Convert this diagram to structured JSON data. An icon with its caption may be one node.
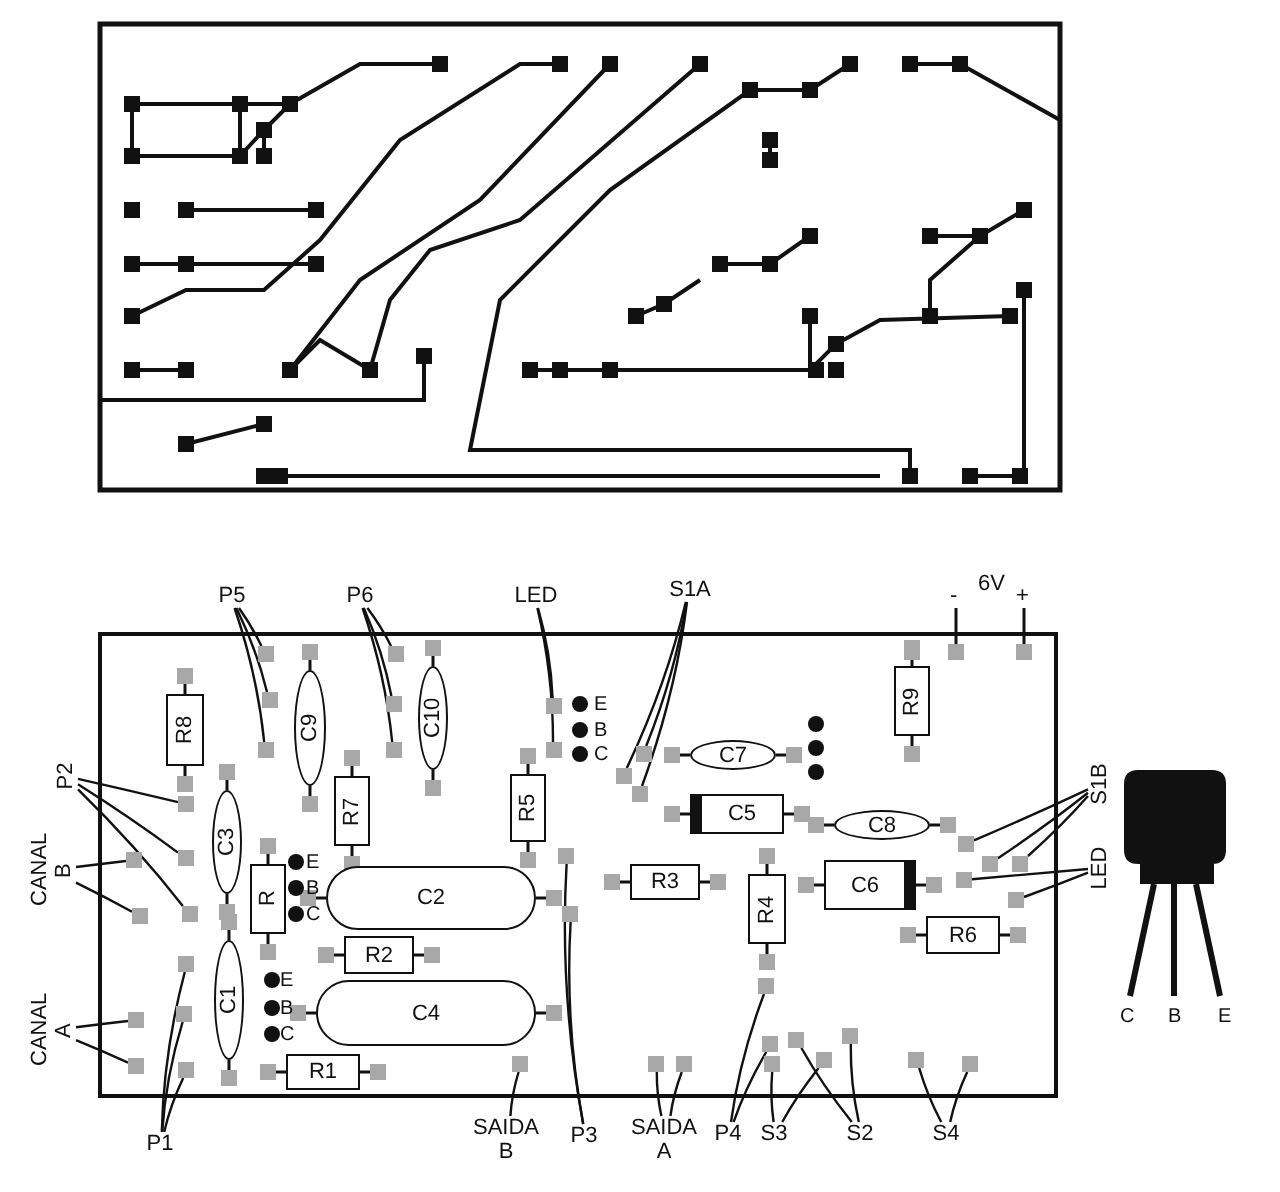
{
  "diagram": {
    "nodes": [
      {
        "text": [
          "P5"
        ]
      },
      {
        "text": [
          "P6"
        ]
      },
      {
        "text": [
          "LED"
        ]
      },
      {
        "text": [
          "S1A"
        ]
      },
      {
        "text": [
          "R8"
        ]
      },
      {
        "text": [
          "C9"
        ]
      },
      {
        "text": [
          "C10"
        ]
      },
      {
        "text": [
          "R9"
        ]
      },
      {
        "text": [
          "C7"
        ]
      },
      {
        "text": [
          "P2"
        ]
      },
      {
        "text": [
          "R7"
        ]
      },
      {
        "text": [
          "R5"
        ]
      },
      {
        "text": [
          "C5"
        ]
      },
      {
        "text": [
          "S1B"
        ]
      },
      {
        "text": [
          "C8"
        ]
      },
      {
        "text": [
          "CANAL B"
        ]
      },
      {
        "text": [
          "C3"
        ]
      },
      {
        "text": [
          "R"
        ]
      },
      {
        "text": [
          "C2"
        ]
      },
      {
        "text": [
          "R3"
        ]
      },
      {
        "text": [
          "R4"
        ]
      },
      {
        "text": [
          "C6"
        ]
      },
      {
        "text": [
          "LED"
        ]
      },
      {
        "text": [
          "R6"
        ]
      },
      {
        "text": [
          "R2"
        ]
      },
      {
        "text": [
          "C4"
        ]
      },
      {
        "text": [
          "CANAL A"
        ]
      },
      {
        "text": [
          "C1"
        ]
      },
      {
        "text": [
          "R1"
        ]
      },
      {
        "text": [
          "P1"
        ]
      },
      {
        "text": [
          "SAIDA B"
        ]
      },
      {
        "text": [
          "P3"
        ]
      },
      {
        "text": [
          "SAIDA A"
        ]
      },
      {
        "text": [
          "P4"
        ]
      },
      {
        "text": [
          "S3"
        ]
      },
      {
        "text": [
          "S2"
        ]
      },
      {
        "text": [
          "S4"
        ]
      },
      {
        "text": [],
        "shape": "box"
      },
      {
        "text": [],
        "shape": "box"
      },
      {
        "text": [],
        "shape": "box"
      },
      {
        "text": [],
        "shape": "box"
      },
      {
        "text": [],
        "shape": "box"
      },
      {
        "text": [],
        "shape": "box"
      },
      {
        "text": [],
        "shape": "box"
      },
      {
        "text": [],
        "shape": "box"
      },
      {
        "text": [],
        "shape": "box"
      },
      {
        "text": [],
        "shape": "box"
      },
      {
        "text": [],
        "shape": "box"
      },
      {
        "text": [],
        "shape": "box"
      },
      {
        "text": [],
        "shape": "box"
      },
      {
        "text": [],
        "shape": "box"
      },
      {
        "text": [],
        "shape": "box"
      },
      {
        "text": [],
        "shape": "box"
      },
      {
        "text": [],
        "shape": "box"
      },
      {
        "text": [],
        "shape": "box"
      },
      {
        "text": [],
        "shape": "box"
      },
      {
        "text": [],
        "shape": "box"
      },
      {
        "text": [],
        "shape": "box"
      },
      {
        "text": [],
        "shape": "box"
      },
      {
        "text": [],
        "shape": "box"
      },
      {
        "text": [],
        "shape": "box"
      },
      {
        "text": [],
        "shape": "box"
      },
      {
        "text": [],
        "shape": "box"
      },
      {
        "text": [],
        "shape": "box"
      },
      {
        "text": [],
        "shape": "box"
      },
      {
        "text": [],
        "shape": "box"
      },
      {
        "text": [],
        "shape": "box"
      },
      {
        "text": [],
        "shape": "box"
      },
      {
        "text": [],
        "shape": "box"
      },
      {
        "text": [],
        "shape": "box"
      },
      {
        "text": [],
        "shape": "box"
      },
      {
        "text": [],
        "shape": "box"
      },
      {
        "text": [],
        "shape": "box"
      },
      {
        "text": [],
        "shape": "box"
      },
      {
        "text": [],
        "shape": "box"
      },
      {
        "text": [],
        "shape": "box"
      }
    ],
    "edges": [
      {
        "from": 0,
        "to": 37,
        "arrow": "none"
      },
      {
        "from": 0,
        "to": 38,
        "arrow": "none"
      },
      {
        "from": 0,
        "to": 39,
        "arrow": "none"
      },
      {
        "from": 1,
        "to": 40,
        "arrow": "none"
      },
      {
        "from": 1,
        "to": 41,
        "arrow": "none"
      },
      {
        "from": 1,
        "to": 42,
        "arrow": "none"
      },
      {
        "from": 2,
        "to": 43,
        "arrow": "none"
      },
      {
        "from": 2,
        "to": 44,
        "arrow": "none"
      },
      {
        "from": 3,
        "to": 45,
        "arrow": "none"
      },
      {
        "from": 3,
        "to": 46,
        "arrow": "none"
      },
      {
        "from": 3,
        "to": 47,
        "arrow": "none"
      },
      {
        "from": 9,
        "to": 48,
        "arrow": "none"
      },
      {
        "from": 9,
        "to": 49,
        "arrow": "none"
      },
      {
        "from": 9,
        "to": 50,
        "arrow": "none"
      },
      {
        "from": 13,
        "to": 51,
        "arrow": "none"
      },
      {
        "from": 13,
        "to": 52,
        "arrow": "none"
      },
      {
        "from": 13,
        "to": 53,
        "arrow": "none"
      },
      {
        "from": 15,
        "to": 54,
        "arrow": "none"
      },
      {
        "from": 15,
        "to": 55,
        "arrow": "none"
      },
      {
        "from": 22,
        "to": 56,
        "arrow": "none"
      },
      {
        "from": 22,
        "to": 57,
        "arrow": "none"
      },
      {
        "from": 26,
        "to": 58,
        "arrow": "none"
      },
      {
        "from": 26,
        "to": 59,
        "arrow": "none"
      },
      {
        "from": 29,
        "to": 60,
        "arrow": "none"
      },
      {
        "from": 29,
        "to": 61,
        "arrow": "none"
      },
      {
        "from": 29,
        "to": 62,
        "arrow": "none"
      },
      {
        "from": 30,
        "to": 63,
        "arrow": "none"
      },
      {
        "from": 31,
        "to": 64,
        "arrow": "none"
      },
      {
        "from": 31,
        "to": 65,
        "arrow": "none"
      },
      {
        "from": 32,
        "to": 66,
        "arrow": "none"
      },
      {
        "from": 32,
        "to": 67,
        "arrow": "none"
      },
      {
        "from": 33,
        "to": 68,
        "arrow": "none"
      },
      {
        "from": 33,
        "to": 69,
        "arrow": "none"
      },
      {
        "from": 34,
        "to": 70,
        "arrow": "none"
      },
      {
        "from": 34,
        "to": 71,
        "arrow": "none"
      },
      {
        "from": 35,
        "to": 72,
        "arrow": "none"
      },
      {
        "from": 35,
        "to": 73,
        "arrow": "none"
      },
      {
        "from": 36,
        "to": 74,
        "arrow": "none"
      },
      {
        "from": 36,
        "to": 75,
        "arrow": "none"
      }
    ],
    "labels": [
      "-",
      "6V",
      "+",
      "E",
      "B",
      "C",
      "E",
      "B",
      "C",
      "E",
      "B",
      "C",
      "C",
      "B",
      "E"
    ]
  }
}
